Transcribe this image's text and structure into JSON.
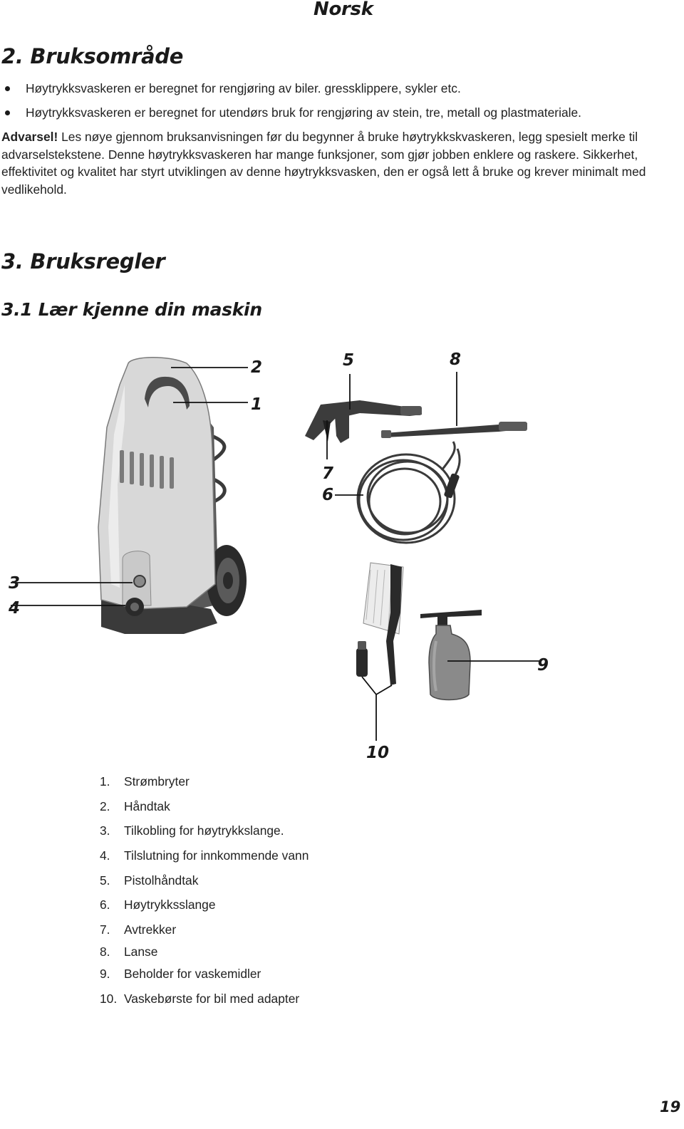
{
  "header": {
    "language": "Norsk"
  },
  "section2": {
    "title": "2. Bruksområde",
    "bullets": [
      "Høytrykksvaskeren er beregnet for rengjøring av biler. gressklippere, sykler etc.",
      "Høytrykksvaskeren er beregnet for utendørs bruk for rengjøring av stein, tre, metall og plastmateriale."
    ],
    "warning_label": "Advarsel!",
    "warning_text": " Les nøye gjennom bruksanvisningen før du begynner å bruke høytrykkskvaskeren, legg spesielt merke til advarselstekstene. Denne høytrykksvaskeren har mange funksjoner, som gjør jobben enklere og raskere. Sikkerhet, effektivitet og kvalitet har styrt utviklingen av denne høytrykksvasken, den er også lett å bruke og krever minimalt med vedlikehold."
  },
  "section3": {
    "title": "3. Bruksregler",
    "subtitle": "3.1 Lær kjenne din maskin"
  },
  "callouts": {
    "c1": "1",
    "c2": "2",
    "c3": "3",
    "c4": "4",
    "c5": "5",
    "c6": "6",
    "c7": "7",
    "c8": "8",
    "c9": "9",
    "c10": "10"
  },
  "parts": [
    {
      "num": "1.",
      "label": "Strømbryter"
    },
    {
      "num": "2.",
      "label": "Håndtak"
    },
    {
      "num": "3.",
      "label": "Tilkobling for høytrykkslange."
    },
    {
      "num": "4.",
      "label": "Tilslutning for innkommende vann"
    },
    {
      "num": "5.",
      "label": "Pistolhåndtak"
    },
    {
      "num": "6.",
      "label": "Høytrykksslange"
    },
    {
      "num": "7.",
      "label": "Avtrekker"
    },
    {
      "num": "8.",
      "label": "Lanse"
    },
    {
      "num": "9.",
      "label": "Beholder for vaskemidler"
    },
    {
      "num": "10.",
      "label": "Vaskebørste for bil med adapter"
    }
  ],
  "footer": {
    "page_number": "19"
  }
}
